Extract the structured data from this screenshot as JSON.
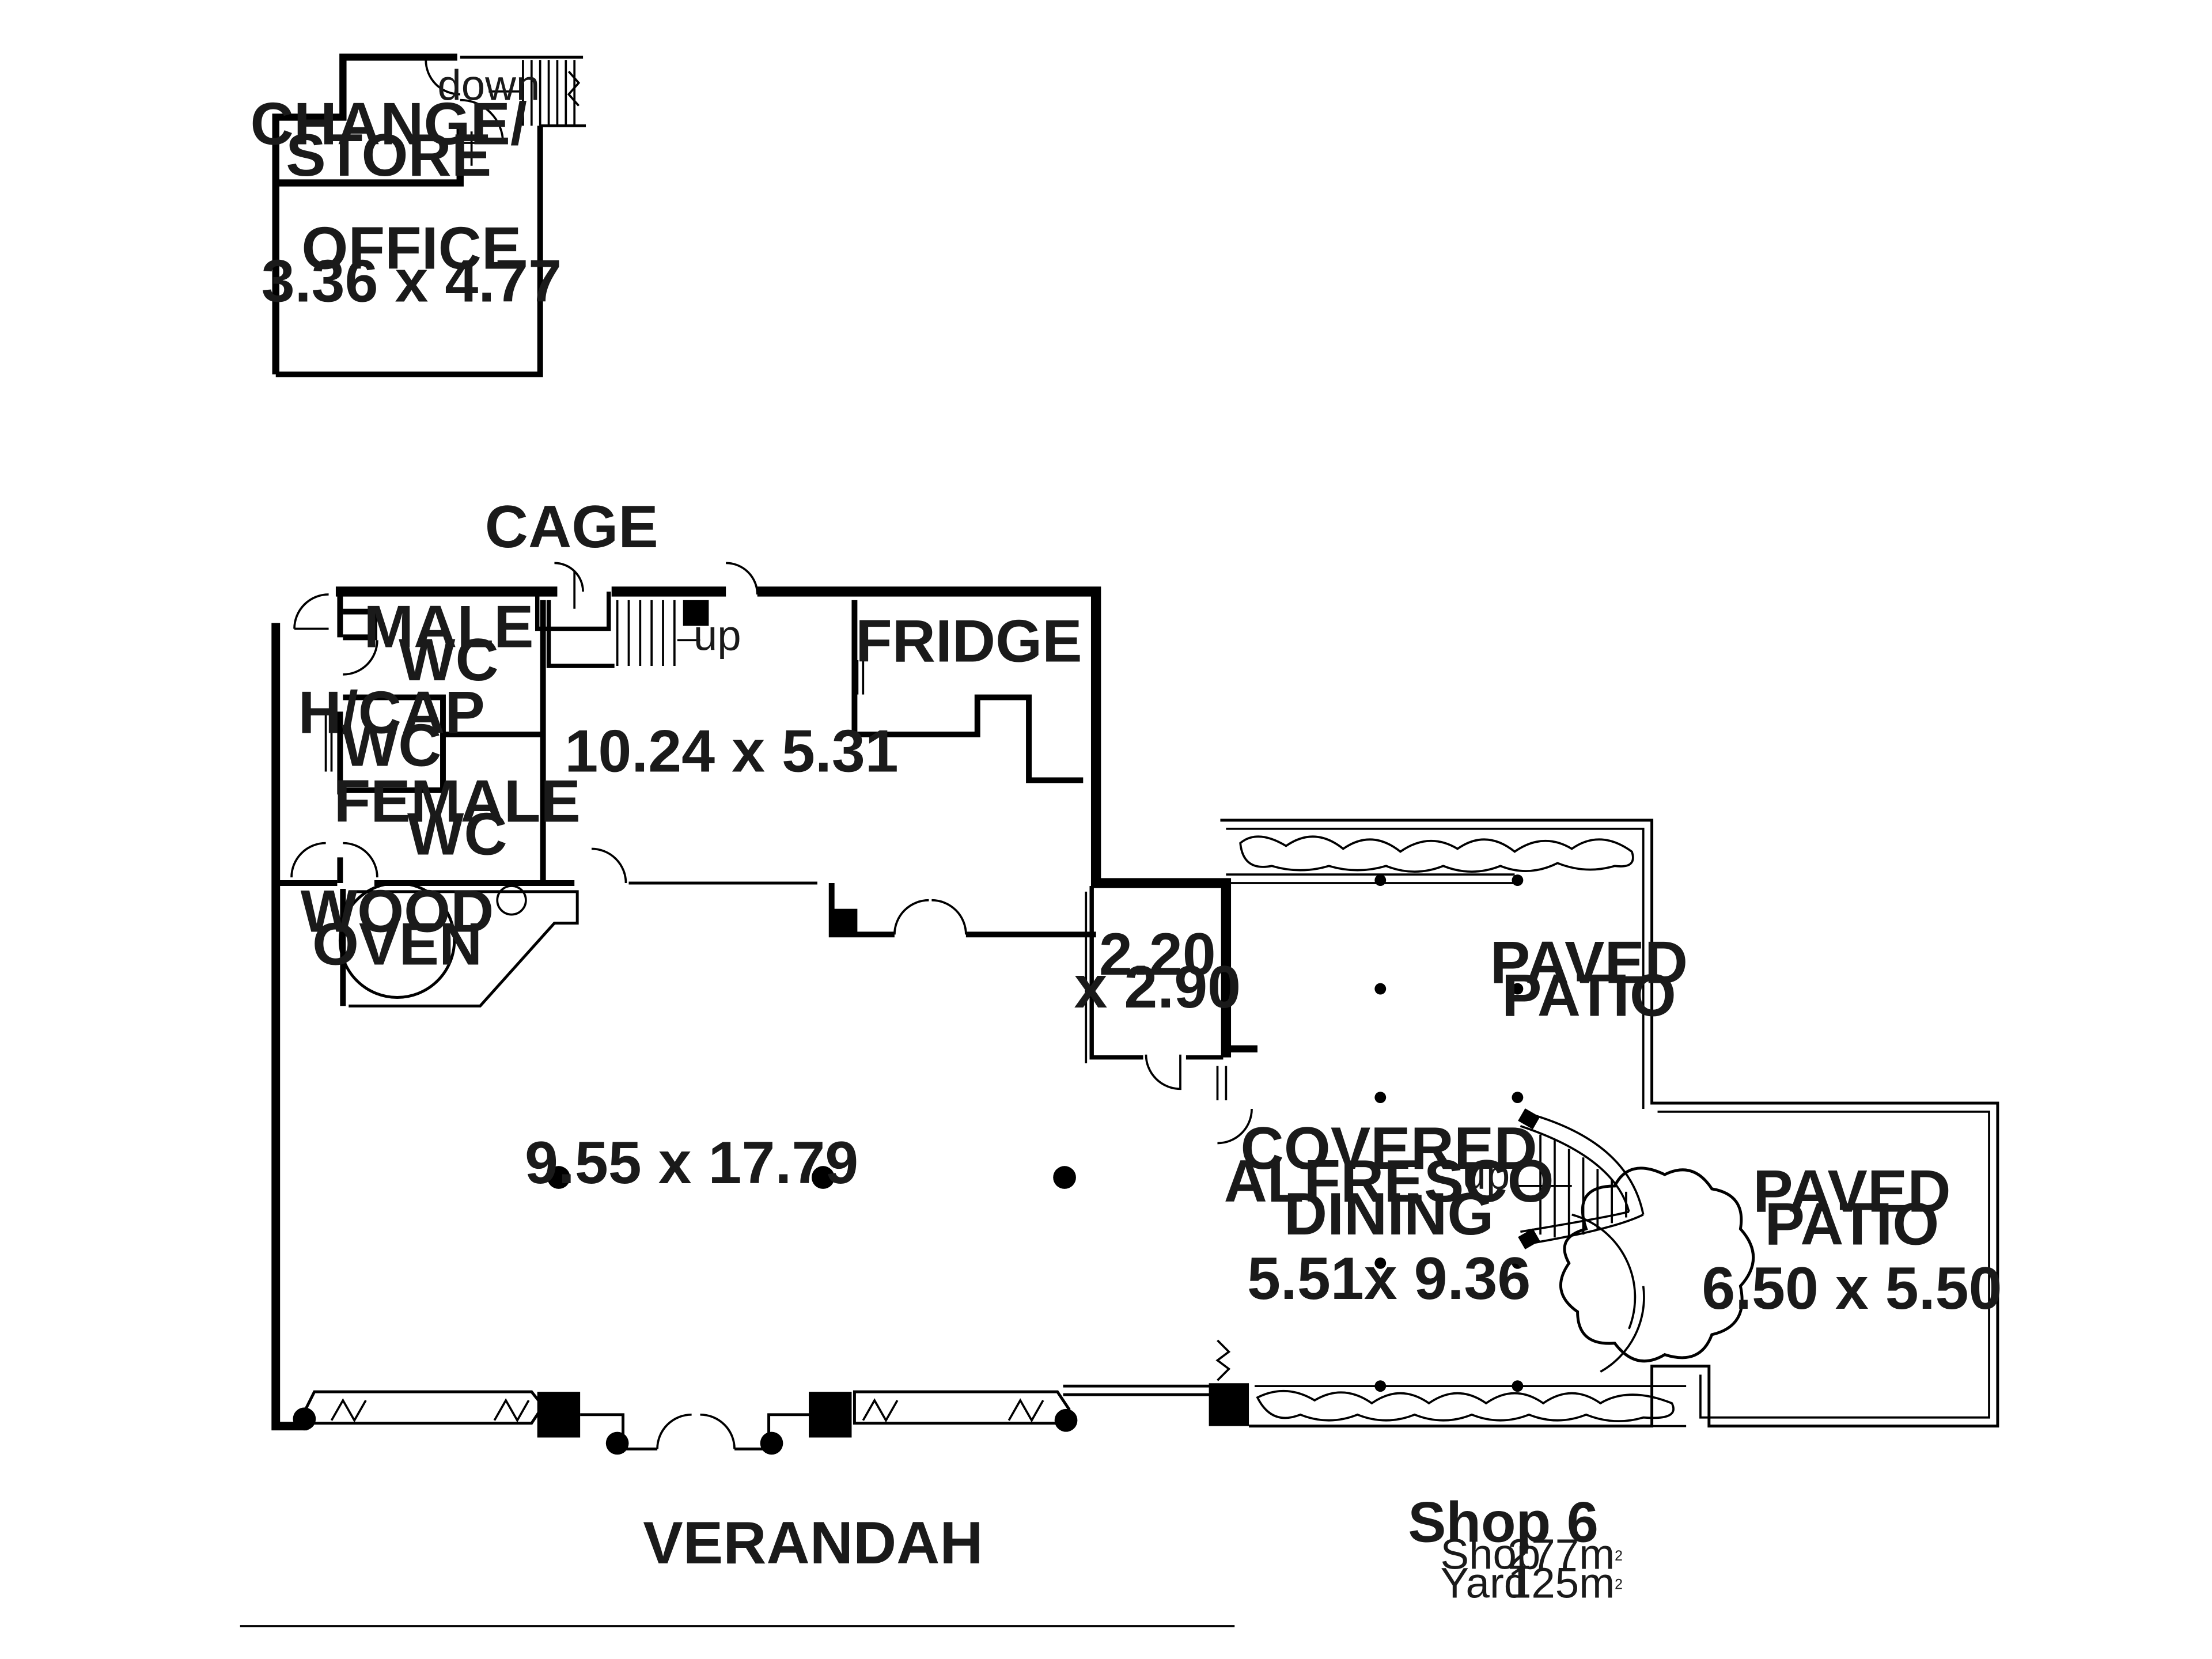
{
  "rooms": {
    "change_store": [
      "CHANGE/",
      "STORE"
    ],
    "office": [
      "OFFICE",
      "3.36 x 4.77"
    ],
    "cage": "CAGE",
    "male_wc": [
      "MALE",
      "WC"
    ],
    "hcap_wc": [
      "H/CAP",
      "WC"
    ],
    "female_wc": [
      "FEMALE",
      "WC"
    ],
    "fridge": "FRIDGE",
    "kitchen_dim": "10.24 x 5.31",
    "wood_oven": [
      "WOOD",
      "OVEN"
    ],
    "store_dim": [
      "2.20",
      "x 2.90"
    ],
    "paved_patio_1": [
      "PAVED",
      "PATIO"
    ],
    "main_dim": "9.55 x 17.79",
    "alfresco": [
      "COVERED",
      "ALFRESCO",
      "DINING"
    ],
    "alfresco_dim": "5.51x 9.36",
    "paved_patio_2": [
      "PAVED",
      "PATIO"
    ],
    "patio_dim": "6.50 x 5.50",
    "verandah": "VERANDAH"
  },
  "stair_labels": {
    "down": "down",
    "up_1": "up",
    "up_2": "up"
  },
  "legend": {
    "title": "Shop 6",
    "rows": [
      {
        "label": "Shop",
        "value": "277m",
        "sup": "2"
      },
      {
        "label": "Yard",
        "value": "125m",
        "sup": "2"
      }
    ]
  }
}
